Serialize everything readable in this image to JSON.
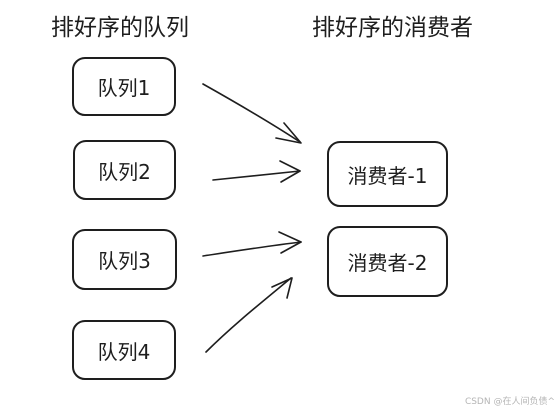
{
  "headings": {
    "queues": "排好序的队列",
    "consumers": "排好序的消费者"
  },
  "queues": [
    {
      "label": "队列1"
    },
    {
      "label": "队列2"
    },
    {
      "label": "队列3"
    },
    {
      "label": "队列4"
    }
  ],
  "consumers": [
    {
      "label": "消费者-1"
    },
    {
      "label": "消费者-2"
    }
  ],
  "connections": [
    {
      "from": "队列1",
      "to": "消费者-1"
    },
    {
      "from": "队列2",
      "to": "消费者-1"
    },
    {
      "from": "队列3",
      "to": "消费者-2"
    },
    {
      "from": "队列4",
      "to": "消费者-2"
    }
  ],
  "watermark": "CSDN @在人间负债^",
  "colors": {
    "stroke": "#1e1e1e",
    "background": "#ffffff",
    "watermark": "#b5b5b5"
  }
}
